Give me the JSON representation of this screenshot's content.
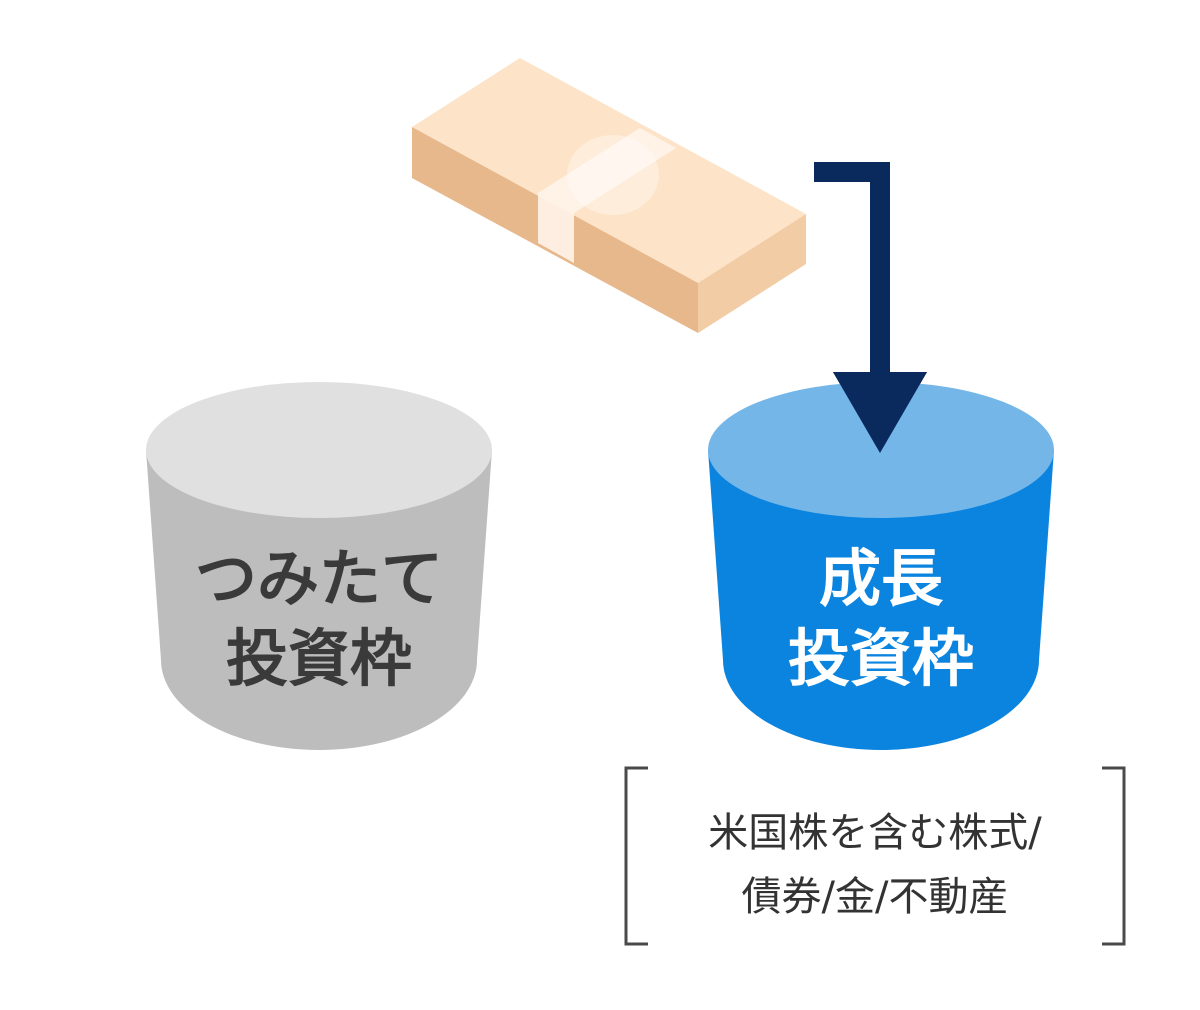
{
  "left_bucket": {
    "label_line1": "つみたて",
    "label_line2": "投資枠"
  },
  "right_bucket": {
    "label_line1": "成長",
    "label_line2": "投資枠"
  },
  "note": {
    "line1": "米国株を含む株式/",
    "line2": "債券/金/不動産"
  },
  "colors": {
    "left_body": "#bdbdbd",
    "left_top": "#e0e0e0",
    "left_text": "#3a3a3a",
    "right_body": "#0a84df",
    "right_top": "#74b6e8",
    "right_text": "#ffffff",
    "arrow": "#0a2a5e",
    "bracket": "#4a4a4a",
    "money_top": "#fde3c8",
    "money_front": "#e6b88c",
    "money_side": "#f2cca4",
    "money_band": "#fff4ea"
  }
}
